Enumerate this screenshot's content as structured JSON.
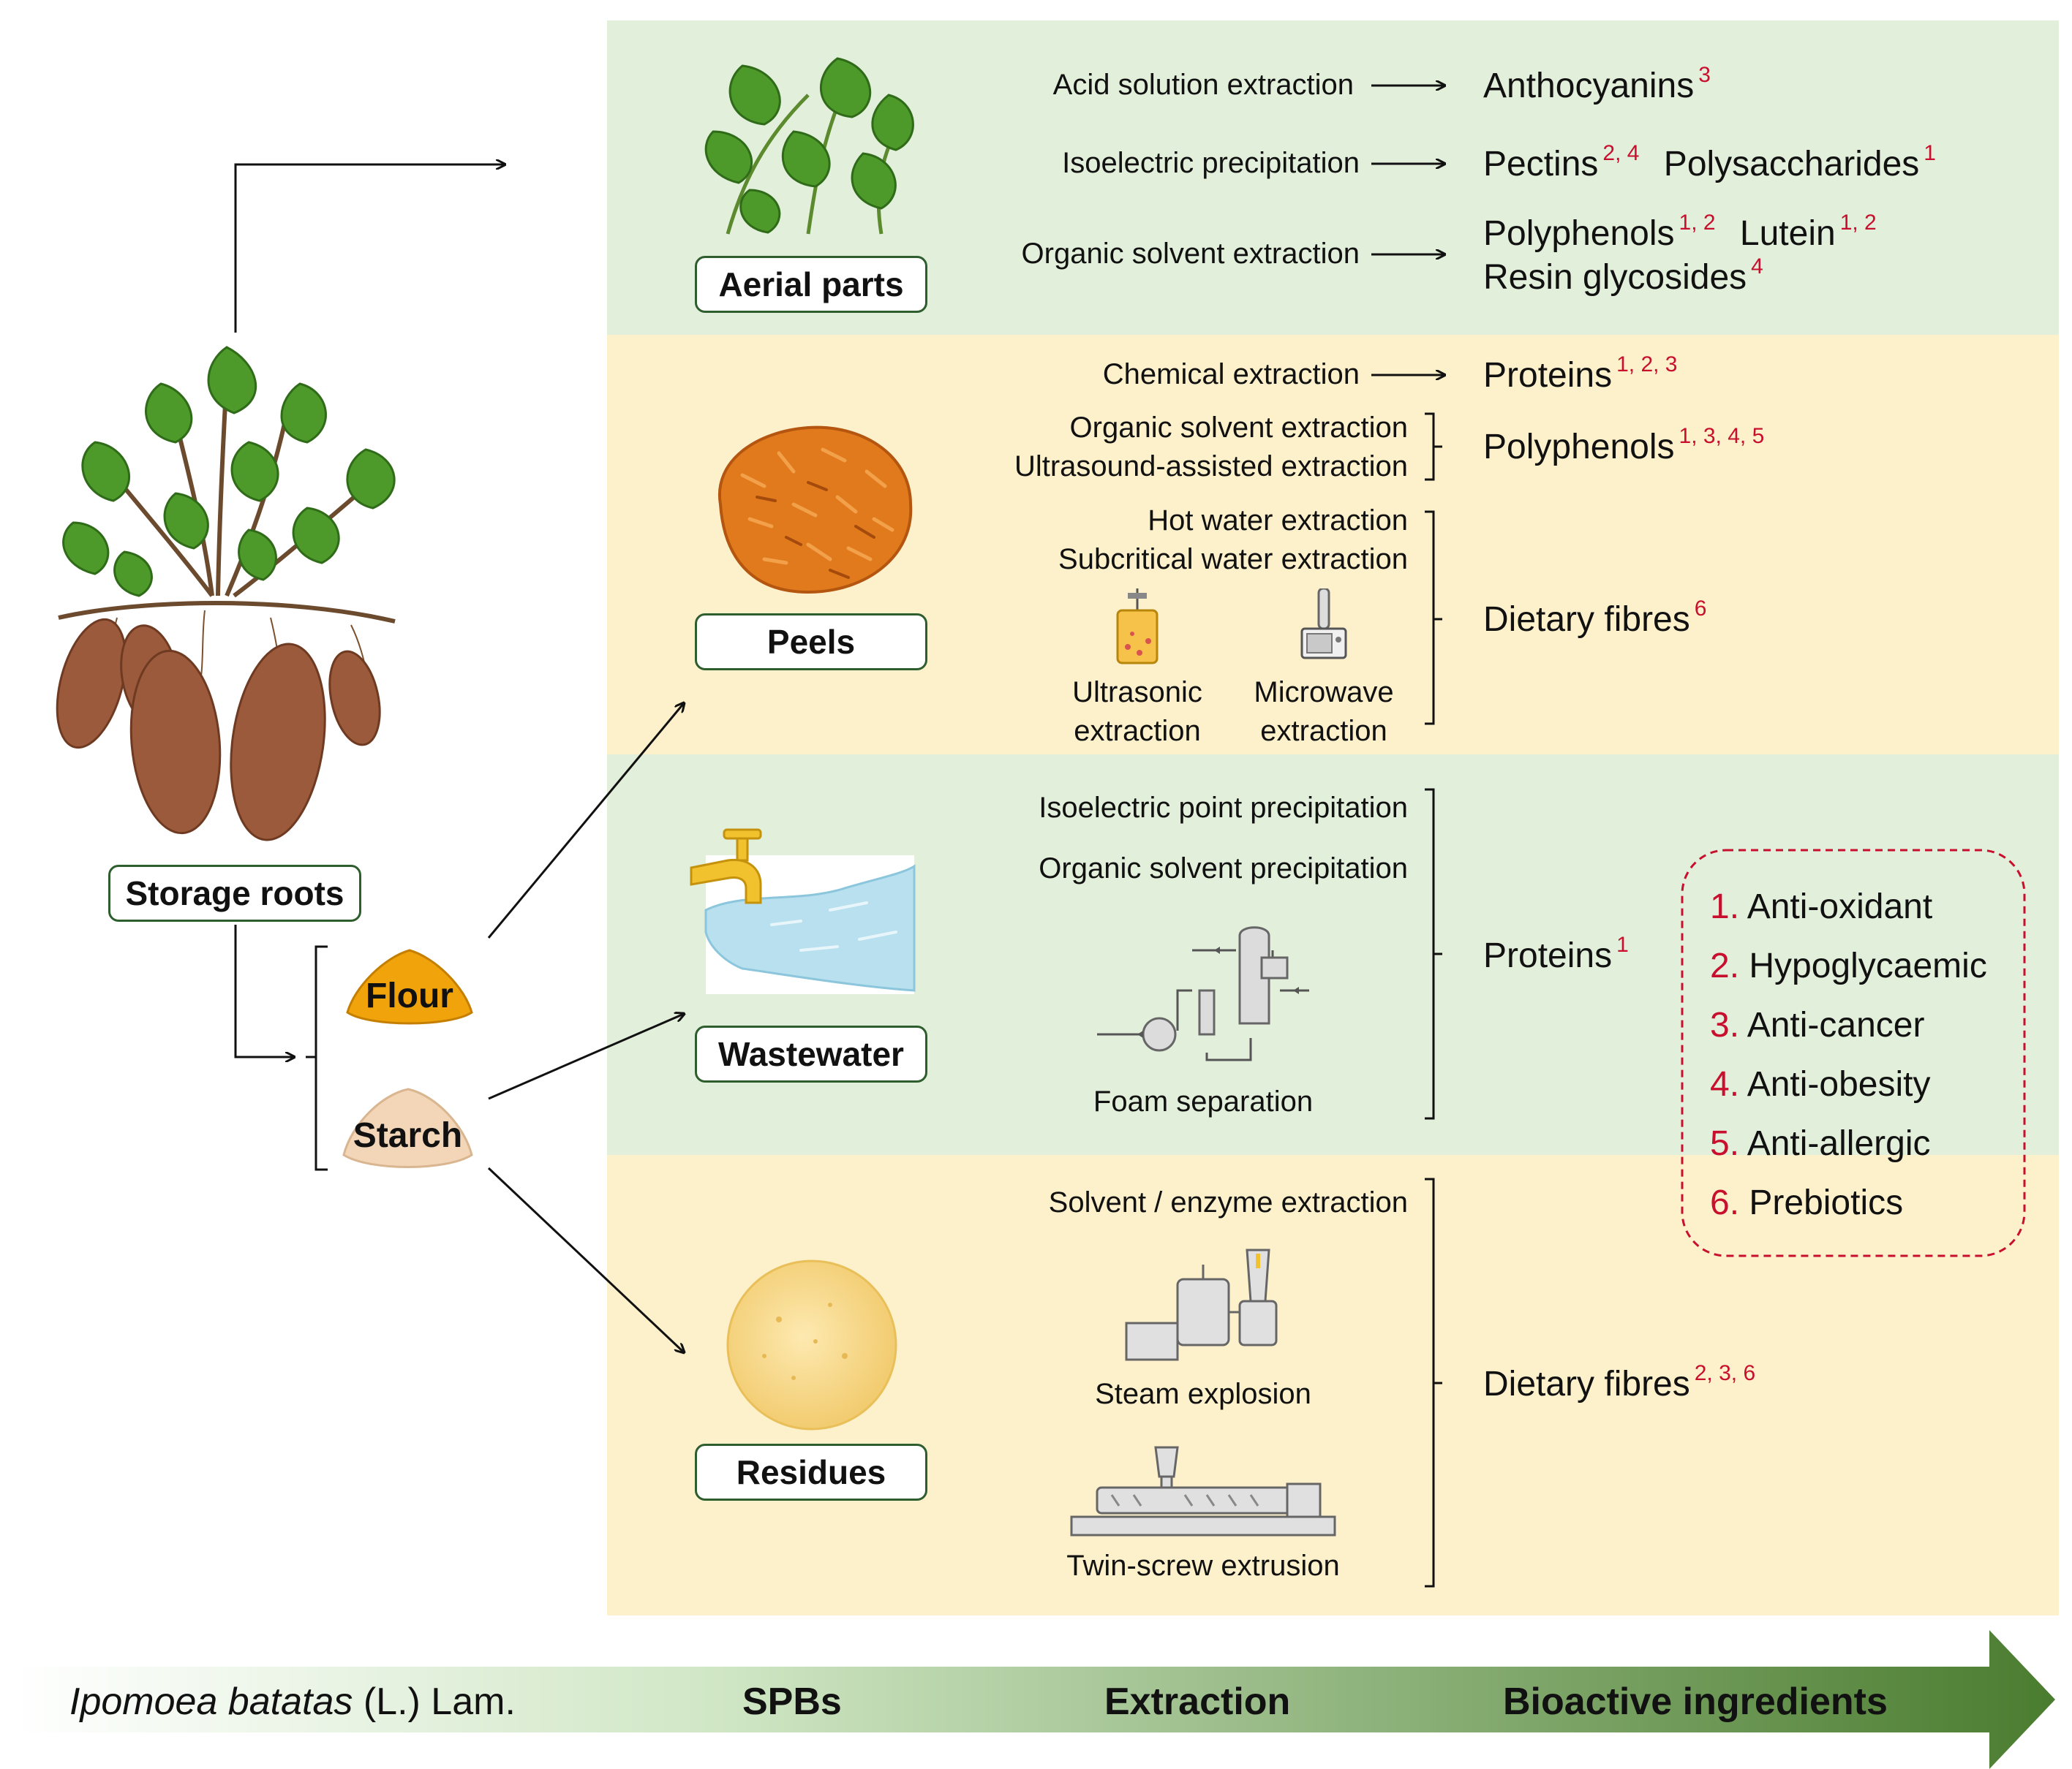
{
  "colors": {
    "band_green": "#e2efda",
    "band_yellow": "#fdf1cc",
    "box_border": "#2e5e2e",
    "superscript_red": "#c8102e",
    "flour": "#f0a30a",
    "starch": "#f3d6b8",
    "arrow_dark": "#4a7c2f"
  },
  "sources": {
    "storage_roots": "Storage roots",
    "flour": "Flour",
    "starch": "Starch"
  },
  "spb": {
    "aerial": "Aerial parts",
    "peels": "Peels",
    "wastewater": "Wastewater",
    "residues": "Residues"
  },
  "aerial": {
    "methods": [
      "Acid solution extraction",
      "Isoelectric precipitation",
      "Organic solvent extraction"
    ],
    "results": [
      {
        "text": "Anthocyanins",
        "refs": "3"
      },
      {
        "text": "Pectins",
        "refs": "2, 4",
        "text2": "Polysaccharides",
        "refs2": "1"
      },
      {
        "text": "Polyphenols",
        "refs": "1, 2",
        "text2": "Lutein",
        "refs2": "1, 2"
      },
      {
        "text": "Resin glycosides",
        "refs": "4"
      }
    ]
  },
  "peels": {
    "methods": [
      "Chemical extraction",
      "Organic solvent extraction",
      "Ultrasound-assisted extraction",
      "Hot water extraction",
      "Subcritical water extraction"
    ],
    "ultrasonic": [
      "Ultrasonic",
      "extraction"
    ],
    "microwave": [
      "Microwave",
      "extraction"
    ],
    "results": [
      {
        "text": "Proteins",
        "refs": "1, 2, 3"
      },
      {
        "text": "Polyphenols",
        "refs": "1, 3, 4, 5"
      },
      {
        "text": "Dietary fibres",
        "refs": "6"
      }
    ]
  },
  "wastewater": {
    "methods": [
      "Isoelectric point precipitation",
      "Organic solvent precipitation",
      "Foam separation"
    ],
    "result": {
      "text": "Proteins",
      "refs": "1"
    }
  },
  "residues": {
    "methods": [
      "Solvent / enzyme extraction",
      "Steam explosion",
      "Twin-screw extrusion"
    ],
    "result": {
      "text": "Dietary fibres",
      "refs": "2, 3, 6"
    }
  },
  "benefits": [
    {
      "num": "1.",
      "label": "Anti-oxidant"
    },
    {
      "num": "2.",
      "label": "Hypoglycaemic"
    },
    {
      "num": "3.",
      "label": "Anti-cancer"
    },
    {
      "num": "4.",
      "label": "Anti-obesity"
    },
    {
      "num": "5.",
      "label": "Anti-allergic"
    },
    {
      "num": "6.",
      "label": "Prebiotics"
    }
  ],
  "axis": {
    "species_italic": "Ipomoea batatas",
    "species_rest": " (L.) Lam.",
    "spbs": "SPBs",
    "extraction": "Extraction",
    "bioactive": "Bioactive ingredients"
  }
}
